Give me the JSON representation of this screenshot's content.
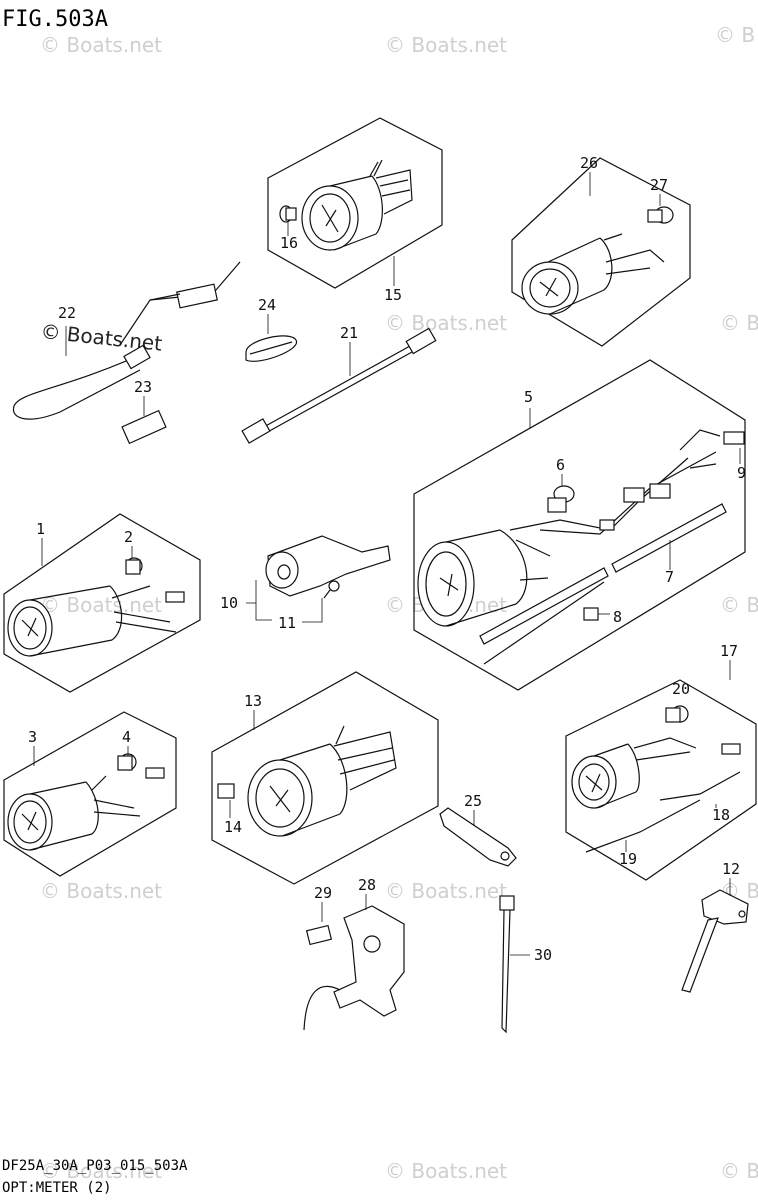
{
  "title": "FIG.503A",
  "footer": {
    "code": "DF25A_30A_P03_015_503A",
    "name": "OPT:METER (2)"
  },
  "watermark": "© Boats.net",
  "watermark_edge": "© B",
  "watermark_prominent": "© Boats.net",
  "callouts": [
    "1",
    "2",
    "3",
    "4",
    "5",
    "6",
    "7",
    "8",
    "9",
    "10",
    "11",
    "12",
    "13",
    "14",
    "15",
    "16",
    "17",
    "18",
    "19",
    "20",
    "21",
    "22",
    "23",
    "24",
    "25",
    "26",
    "27",
    "28",
    "29",
    "30"
  ]
}
